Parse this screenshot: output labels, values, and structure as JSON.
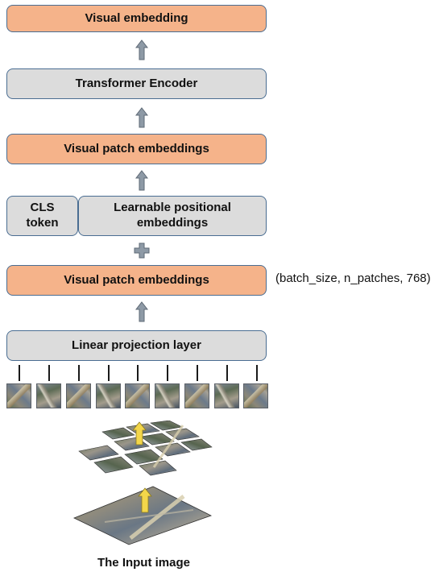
{
  "boxes": {
    "visual_embedding": "Visual embedding",
    "transformer_encoder": "Transformer Encoder",
    "visual_patch_embeddings_top": "Visual patch embeddings",
    "cls_token_line1": "CLS",
    "cls_token_line2": "token",
    "positional_line1": "Learnable positional",
    "positional_line2": "embeddings",
    "visual_patch_embeddings_bottom": "Visual patch embeddings",
    "linear_projection": "Linear projection layer"
  },
  "shape_annotation": "(batch_size, n_patches, 768)",
  "caption": "The Input image",
  "colors": {
    "orange_box": "#f5b38a",
    "gray_box": "#dcdcdc",
    "box_border": "#4a6d92",
    "arrow_fill": "#8e9aa6",
    "input_arrow": "#f3d64a"
  },
  "icons": [
    "up-arrow-icon",
    "plus-icon"
  ]
}
